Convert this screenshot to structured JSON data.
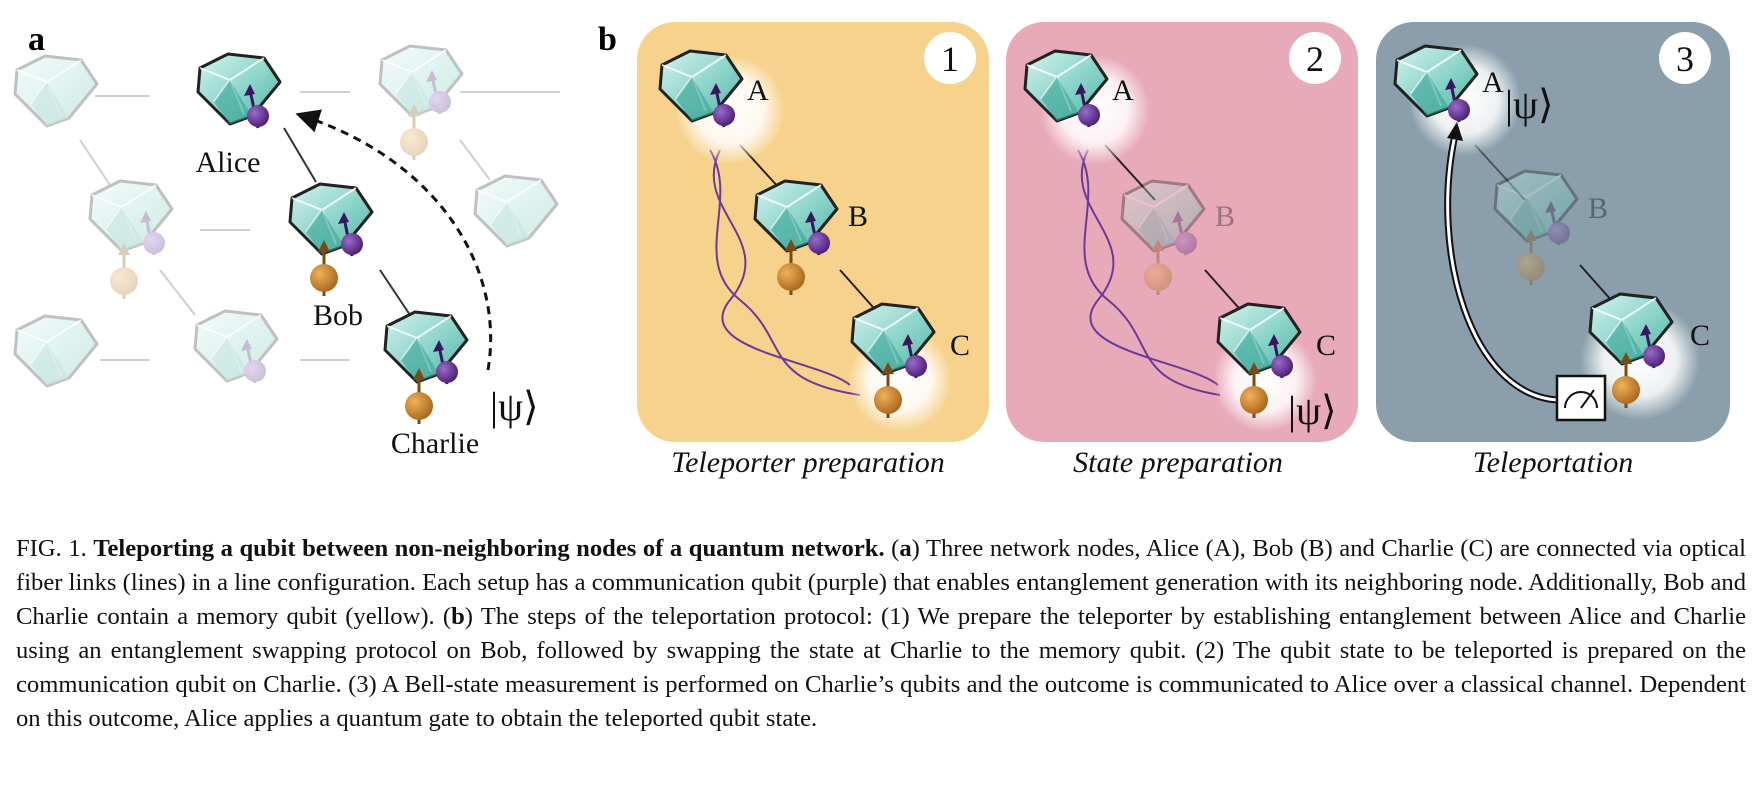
{
  "panel_a": {
    "letter": "a",
    "nodes": {
      "alice": "Alice",
      "bob": "Bob",
      "charlie": "Charlie"
    },
    "ket": "|ψ⟩"
  },
  "panel_b": {
    "letter": "b",
    "steps": [
      {
        "number": "1",
        "caption": "Teleporter preparation",
        "bg": "#f6d28c",
        "labels": {
          "a": "A",
          "b": "B",
          "c": "C"
        }
      },
      {
        "number": "2",
        "caption": "State preparation",
        "bg": "#e8a9b8",
        "labels": {
          "a": "A",
          "b": "B",
          "c": "C"
        },
        "ket": "|ψ⟩"
      },
      {
        "number": "3",
        "caption": "Teleportation",
        "bg": "#8a9fab",
        "labels": {
          "a": "A",
          "b": "B",
          "c": "C"
        },
        "ket": "|ψ⟩"
      }
    ]
  },
  "colors": {
    "communication_qubit": "#5a2a8a",
    "memory_qubit": "#c8862a",
    "node_crystal": "#9fded5",
    "fiber_entanglement": "#6b3a99"
  },
  "caption": {
    "prefix": "FIG. 1.",
    "title": "Teleporting a qubit between non-neighboring nodes of a quantum network.",
    "a_open": "(",
    "a_letter": "a",
    "a_text": ") Three network nodes, Alice (A), Bob (B) and Charlie (C) are connected via optical fiber links (lines) in a line configuration. Each setup has a communication qubit (purple) that enables entanglement generation with its neighboring node. Additionally, Bob and Charlie contain a memory qubit (yellow). (",
    "b_letter": "b",
    "b_text": ") The steps of the teleportation protocol: (1) We prepare the teleporter by establishing entanglement between Alice and Charlie using an entanglement swapping protocol on Bob, followed by swapping the state at Charlie to the memory qubit. (2) The qubit state to be teleported is prepared on the communication qubit on Charlie. (3) A Bell-state measurement is performed on Charlie’s qubits and the outcome is communicated to Alice over a classical channel. Dependent on this outcome, Alice applies a quantum gate to obtain the teleported qubit state."
  }
}
